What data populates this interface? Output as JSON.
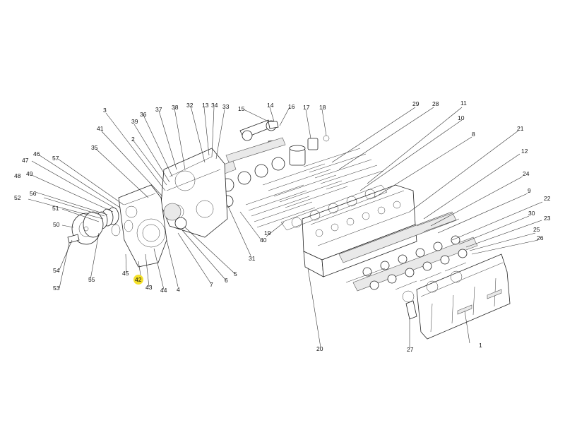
{
  "diagram": {
    "highlight_color": "#f5e12a",
    "highlighted_label": "42",
    "labels": [
      {
        "id": "l1",
        "text": "1"
      },
      {
        "id": "l2",
        "text": "2"
      },
      {
        "id": "l3",
        "text": "3"
      },
      {
        "id": "l4",
        "text": "4"
      },
      {
        "id": "l5",
        "text": "5"
      },
      {
        "id": "l6",
        "text": "6"
      },
      {
        "id": "l7",
        "text": "7"
      },
      {
        "id": "l8",
        "text": "8"
      },
      {
        "id": "l9",
        "text": "9"
      },
      {
        "id": "l10",
        "text": "10"
      },
      {
        "id": "l11",
        "text": "11"
      },
      {
        "id": "l12",
        "text": "12"
      },
      {
        "id": "l13",
        "text": "13"
      },
      {
        "id": "l14",
        "text": "14"
      },
      {
        "id": "l15",
        "text": "15"
      },
      {
        "id": "l16",
        "text": "16"
      },
      {
        "id": "l17",
        "text": "17"
      },
      {
        "id": "l18",
        "text": "18"
      },
      {
        "id": "l19",
        "text": "19"
      },
      {
        "id": "l20",
        "text": "20"
      },
      {
        "id": "l21",
        "text": "21"
      },
      {
        "id": "l22",
        "text": "22"
      },
      {
        "id": "l23",
        "text": "23"
      },
      {
        "id": "l24",
        "text": "24"
      },
      {
        "id": "l25",
        "text": "25"
      },
      {
        "id": "l26",
        "text": "26"
      },
      {
        "id": "l27",
        "text": "27"
      },
      {
        "id": "l28",
        "text": "28"
      },
      {
        "id": "l29",
        "text": "29"
      },
      {
        "id": "l30",
        "text": "30"
      },
      {
        "id": "l31",
        "text": "31"
      },
      {
        "id": "l32",
        "text": "32"
      },
      {
        "id": "l33",
        "text": "33"
      },
      {
        "id": "l34",
        "text": "34"
      },
      {
        "id": "l35",
        "text": "35"
      },
      {
        "id": "l36",
        "text": "36"
      },
      {
        "id": "l37",
        "text": "37"
      },
      {
        "id": "l38",
        "text": "38"
      },
      {
        "id": "l39",
        "text": "39"
      },
      {
        "id": "l40",
        "text": "40"
      },
      {
        "id": "l41",
        "text": "41"
      },
      {
        "id": "l42",
        "text": "42"
      },
      {
        "id": "l43",
        "text": "43"
      },
      {
        "id": "l44",
        "text": "44"
      },
      {
        "id": "l45",
        "text": "45"
      },
      {
        "id": "l46",
        "text": "46"
      },
      {
        "id": "l47",
        "text": "47"
      },
      {
        "id": "l48",
        "text": "48"
      },
      {
        "id": "l49",
        "text": "49"
      },
      {
        "id": "l50",
        "text": "50"
      },
      {
        "id": "l51",
        "text": "51"
      },
      {
        "id": "l52",
        "text": "52"
      },
      {
        "id": "l53",
        "text": "53"
      },
      {
        "id": "l54",
        "text": "54"
      },
      {
        "id": "l55",
        "text": "55"
      },
      {
        "id": "l56",
        "text": "56"
      },
      {
        "id": "l57",
        "text": "57"
      }
    ]
  }
}
